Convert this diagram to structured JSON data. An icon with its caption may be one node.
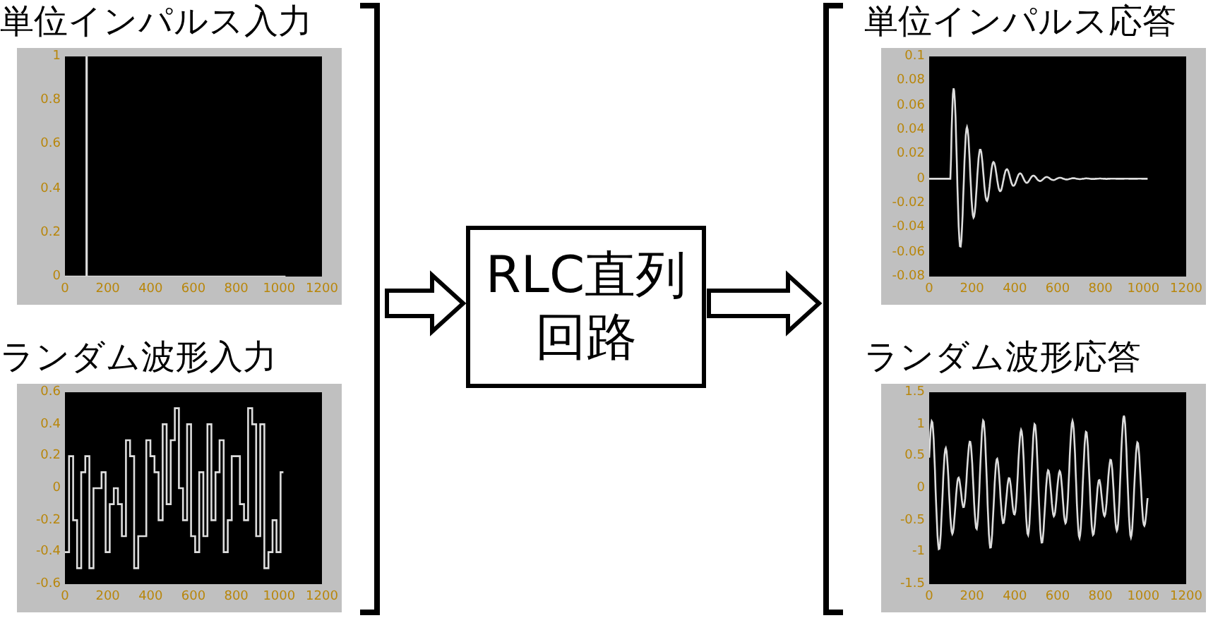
{
  "diagram": {
    "nodes": [
      {
        "text": [],
        "shape": "bracket"
      },
      {
        "text": [
          "単位インパルス入力"
        ],
        "in": 0
      },
      {
        "text": [
          "ランダム波形入力"
        ],
        "in": 0
      },
      {
        "text": [
          "RLC直列回路"
        ]
      },
      {
        "text": [],
        "shape": "bracket"
      },
      {
        "text": [
          "単位インパルス応答"
        ],
        "in": 4
      },
      {
        "text": [
          "ランダム波形応答"
        ],
        "in": 4
      }
    ],
    "edges": [
      {
        "from": 0,
        "to": 3,
        "arrow": "to"
      },
      {
        "from": 3,
        "to": 4,
        "arrow": "to"
      }
    ],
    "labels": [
      "1",
      "0.8",
      "0.6",
      "0.4",
      "0.2",
      "0",
      "0",
      "200",
      "400",
      "600",
      "800",
      "1000",
      "1200",
      "0.1",
      "0.08",
      "0.06",
      "0.04",
      "0.02",
      "0",
      "-0.02",
      "-0.04",
      "-0.06",
      "-0.08",
      "0",
      "200",
      "400",
      "600",
      "800",
      "1000",
      "1200",
      "0.6",
      "0.4",
      "0.2",
      "0",
      "-0.2",
      "-0.4",
      "-0.6",
      "0",
      "200",
      "400",
      "600",
      "800",
      "1000",
      "1200",
      "1.5",
      "1",
      "0.5",
      "0",
      "-0.5",
      "-1",
      "-1.5",
      "0",
      "200",
      "400",
      "600",
      "800",
      "1000",
      "1200"
    ]
  }
}
